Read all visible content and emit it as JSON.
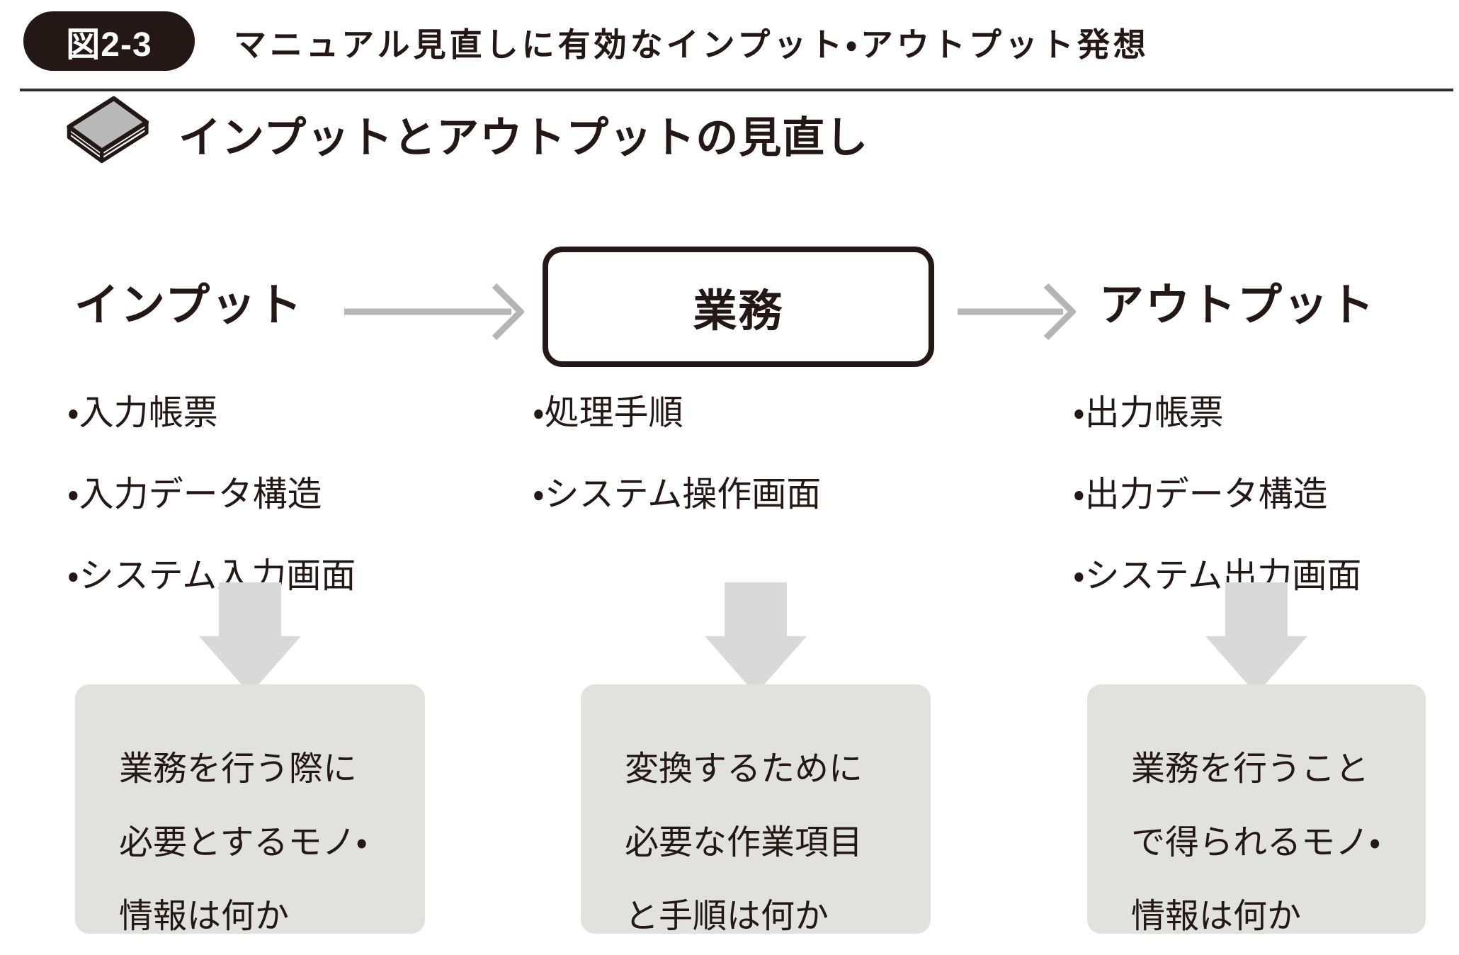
{
  "figure": {
    "label": "図2-3",
    "title": "マニュアル見直しに有効なインプット・アウトプット発想"
  },
  "section": {
    "heading": "インプットとアウトプットの見直し",
    "icon": "book-icon"
  },
  "flow": {
    "input_label": "インプット",
    "process_label": "業務",
    "output_label": "アウトプット",
    "arrow_icon": "flow-arrow-right-icon",
    "down_arrow_icon": "block-arrow-down-icon"
  },
  "columns": [
    {
      "items": [
        "・入力帳票",
        "・入力データ構造",
        "・システム入力画面"
      ],
      "note_lines": [
        "業務を行う際に",
        "必要とするモノ・",
        "情報は何か"
      ]
    },
    {
      "items": [
        "・処理手順",
        "・システム操作画面"
      ],
      "note_lines": [
        "変換するために",
        "必要な作業項目",
        "と手順は何か"
      ]
    },
    {
      "items": [
        "・出力帳票",
        "・出力データ構造",
        "・システム出力画面"
      ],
      "note_lines": [
        "業務を行うこと",
        "で得られるモノ・",
        "情報は何か"
      ]
    }
  ],
  "colors": {
    "ink": "#231815",
    "badge_bg": "#231815",
    "flow_arrow_gray": "#b5b5b5",
    "block_arrow_gray": "#d9d9d9",
    "note_box_bg": "#e1e1e0",
    "book_cover_gray": "#b9b9b9"
  }
}
